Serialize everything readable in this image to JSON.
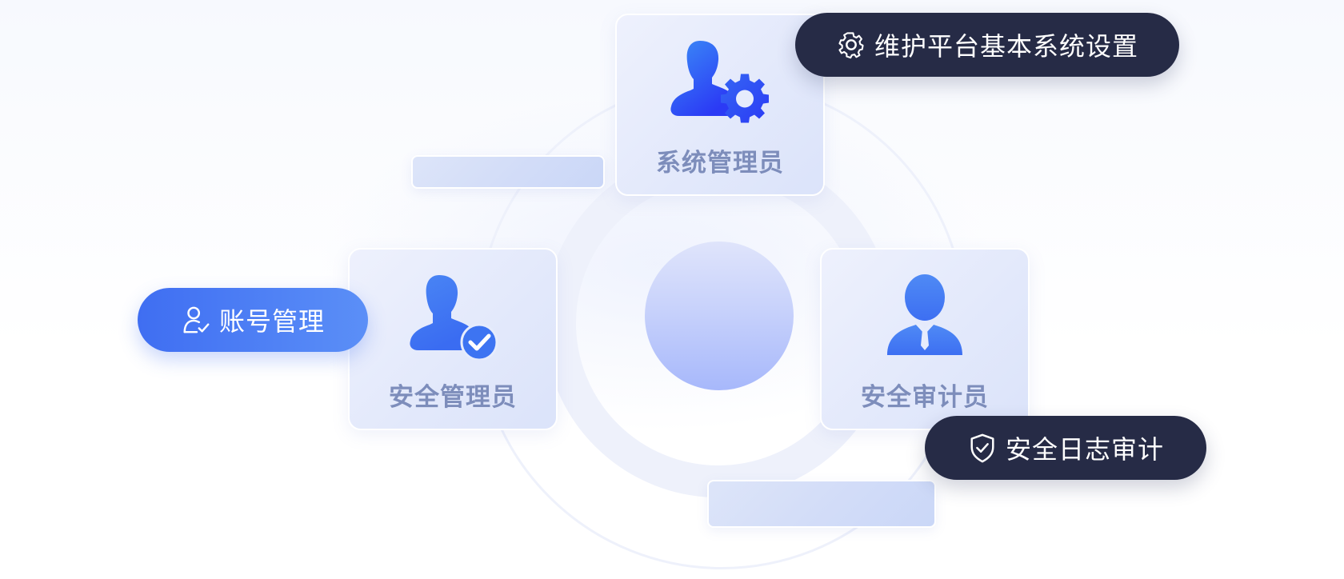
{
  "roles": {
    "system_admin": "系统管理员",
    "security_admin": "安全管理员",
    "security_auditor": "安全审计员"
  },
  "tags": {
    "system_settings": "维护平台基本系统设置",
    "account_management": "账号管理",
    "security_log_audit": "安全日志审计"
  },
  "icons": {
    "system_admin": "user-gear-icon",
    "security_admin": "user-check-icon",
    "security_auditor": "user-tie-icon",
    "system_settings": "gear-icon",
    "account_management": "user-check-outline-icon",
    "security_log_audit": "shield-check-icon"
  },
  "colors": {
    "icon_gradient_start": "#3b78f2",
    "icon_gradient_end": "#2d3af5",
    "dark_pill": "#262b46",
    "blue_pill": "#4a7ef5",
    "card_label": "#7d8dbb",
    "hub": "#b3c1fb"
  }
}
